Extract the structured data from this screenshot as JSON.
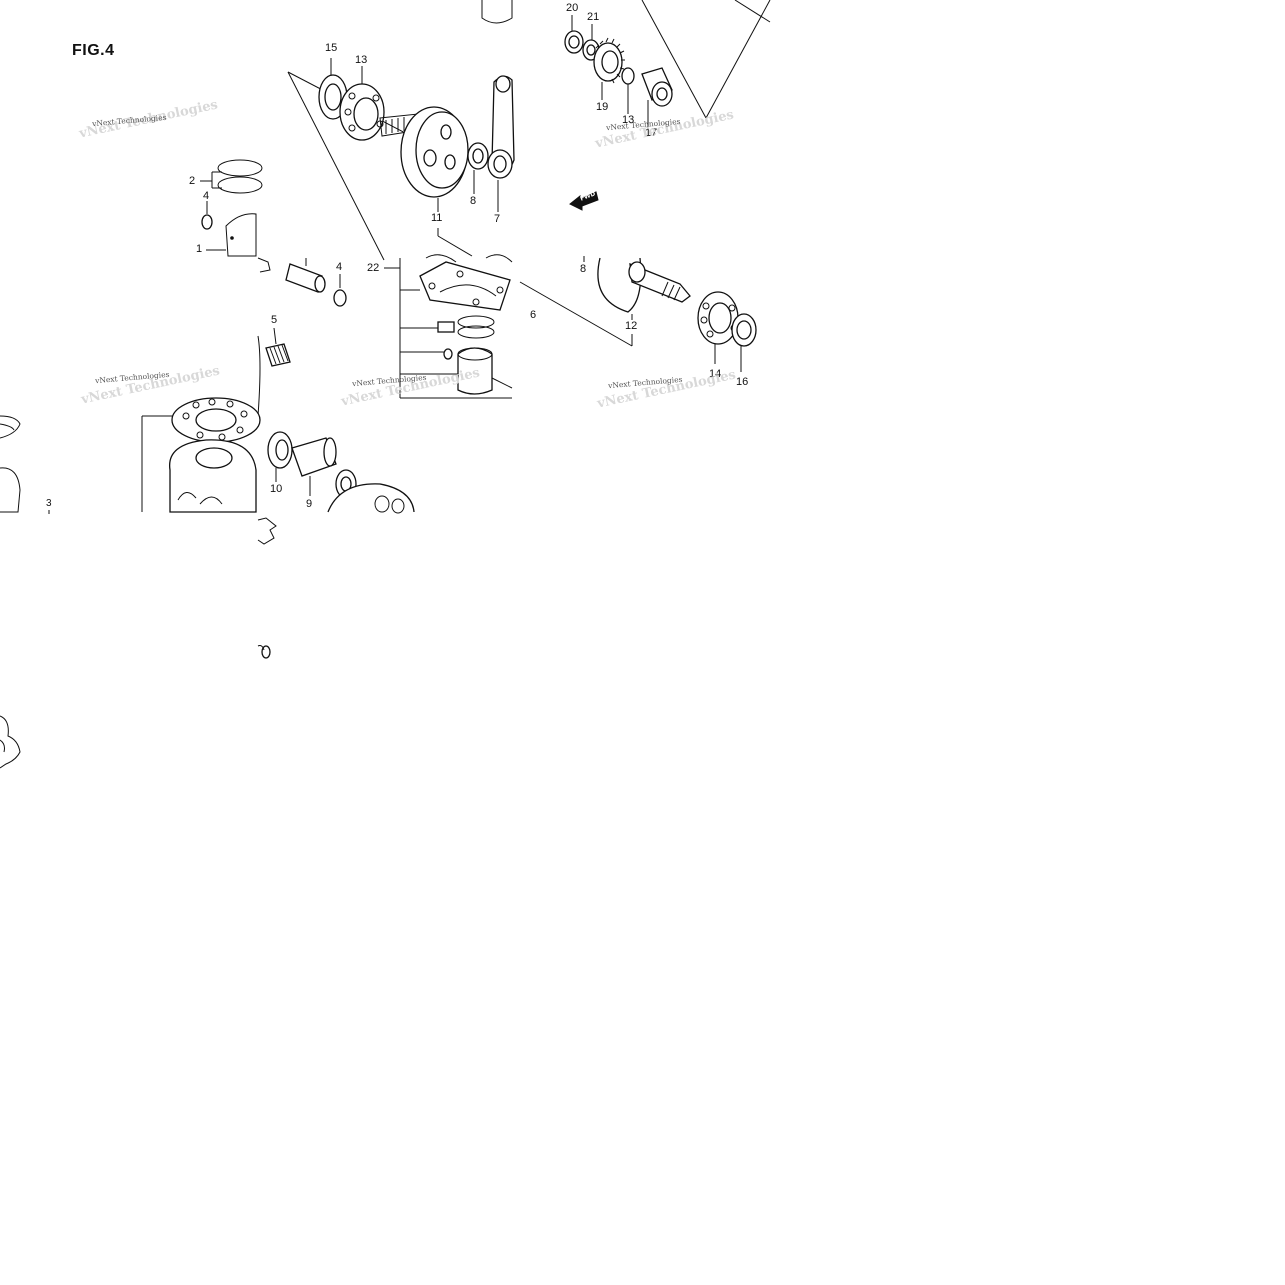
{
  "figure": {
    "title": "FIG.4",
    "watermark": "vNext Technologies",
    "fwd_marker": "FWD"
  },
  "callouts": [
    {
      "id": "c15a",
      "text": "15"
    },
    {
      "id": "c13a",
      "text": "13"
    },
    {
      "id": "c20",
      "text": "20"
    },
    {
      "id": "c21",
      "text": "21"
    },
    {
      "id": "c19",
      "text": "19"
    },
    {
      "id": "c13b",
      "text": "13"
    },
    {
      "id": "c17",
      "text": "17"
    },
    {
      "id": "c2",
      "text": "2"
    },
    {
      "id": "c4a",
      "text": "4"
    },
    {
      "id": "c1",
      "text": "1"
    },
    {
      "id": "c11",
      "text": "11"
    },
    {
      "id": "c8a",
      "text": "8"
    },
    {
      "id": "c7",
      "text": "7"
    },
    {
      "id": "c22",
      "text": "22"
    },
    {
      "id": "c4b",
      "text": "4"
    },
    {
      "id": "c8b",
      "text": "8"
    },
    {
      "id": "c6",
      "text": "6"
    },
    {
      "id": "c12",
      "text": "12"
    },
    {
      "id": "c5",
      "text": "5"
    },
    {
      "id": "c14",
      "text": "14"
    },
    {
      "id": "c16",
      "text": "16"
    },
    {
      "id": "c10",
      "text": "10"
    },
    {
      "id": "c9",
      "text": "9"
    },
    {
      "id": "c3",
      "text": "3"
    }
  ]
}
